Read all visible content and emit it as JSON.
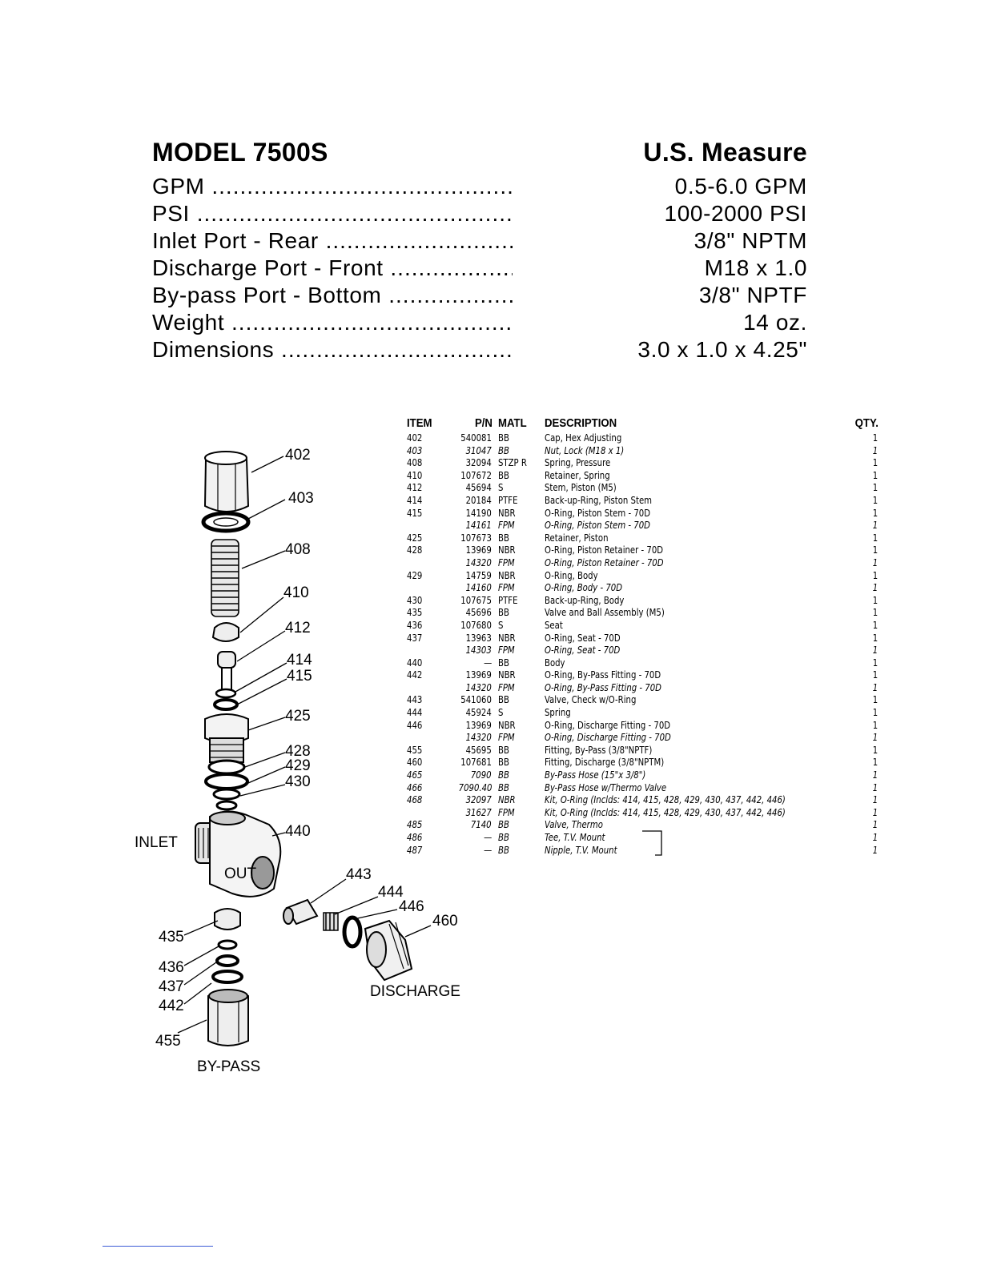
{
  "spec": {
    "model": "MODEL 7500S",
    "measure": "U.S. Measure",
    "rows": [
      {
        "label": "GPM",
        "value": "0.5-6.0 GPM"
      },
      {
        "label": "PSI",
        "value": "100-2000 PSI"
      },
      {
        "label": "Inlet Port - Rear",
        "value": "3/8\" NPTM"
      },
      {
        "label": "Discharge Port - Front",
        "value": "M18 x 1.0"
      },
      {
        "label": "By-pass Port - Bottom",
        "value": "3/8\" NPTF"
      },
      {
        "label": "Weight",
        "value": "14 oz."
      },
      {
        "label": "Dimensions",
        "value": "3.0 x 1.0 x 4.25\""
      }
    ]
  },
  "parts": {
    "headers": {
      "item": "ITEM",
      "pn": "P/N",
      "matl": "MATL",
      "desc": "DESCRIPTION",
      "qty": "QTY."
    },
    "rows": [
      {
        "item": "402",
        "pn": "540081",
        "matl": "BB",
        "desc": "Cap, Hex Adjusting",
        "qty": "1",
        "alt": false
      },
      {
        "item": "403",
        "pn": "31047",
        "matl": "BB",
        "desc": "Nut, Lock (M18 x 1)",
        "qty": "1",
        "alt": true
      },
      {
        "item": "408",
        "pn": "32094",
        "matl": "STZP R",
        "desc": "Spring, Pressure",
        "qty": "1",
        "alt": false
      },
      {
        "item": "410",
        "pn": "107672",
        "matl": "BB",
        "desc": "Retainer, Spring",
        "qty": "1",
        "alt": false
      },
      {
        "item": "412",
        "pn": "45694",
        "matl": "S",
        "desc": "Stem, Piston (M5)",
        "qty": "1",
        "alt": false
      },
      {
        "item": "414",
        "pn": "20184",
        "matl": "PTFE",
        "desc": "Back-up-Ring, Piston Stem",
        "qty": "1",
        "alt": false
      },
      {
        "item": "415",
        "pn": "14190",
        "matl": "NBR",
        "desc": "O-Ring, Piston Stem - 70D",
        "qty": "1",
        "alt": false
      },
      {
        "item": "",
        "pn": "14161",
        "matl": "FPM",
        "desc": "O-Ring, Piston Stem - 70D",
        "qty": "1",
        "alt": true
      },
      {
        "item": "425",
        "pn": "107673",
        "matl": "BB",
        "desc": "Retainer, Piston",
        "qty": "1",
        "alt": false
      },
      {
        "item": "428",
        "pn": "13969",
        "matl": "NBR",
        "desc": "O-Ring, Piston Retainer - 70D",
        "qty": "1",
        "alt": false
      },
      {
        "item": "",
        "pn": "14320",
        "matl": "FPM",
        "desc": "O-Ring, Piston Retainer - 70D",
        "qty": "1",
        "alt": true
      },
      {
        "item": "429",
        "pn": "14759",
        "matl": "NBR",
        "desc": "O-Ring, Body",
        "qty": "1",
        "alt": false
      },
      {
        "item": "",
        "pn": "14160",
        "matl": "FPM",
        "desc": "O-Ring, Body - 70D",
        "qty": "1",
        "alt": true
      },
      {
        "item": "430",
        "pn": "107675",
        "matl": "PTFE",
        "desc": "Back-up-Ring, Body",
        "qty": "1",
        "alt": false
      },
      {
        "item": "435",
        "pn": "45696",
        "matl": "BB",
        "desc": "Valve and Ball Assembly (M5)",
        "qty": "1",
        "alt": false
      },
      {
        "item": "436",
        "pn": "107680",
        "matl": "S",
        "desc": "Seat",
        "qty": "1",
        "alt": false
      },
      {
        "item": "437",
        "pn": "13963",
        "matl": "NBR",
        "desc": "O-Ring, Seat - 70D",
        "qty": "1",
        "alt": false
      },
      {
        "item": "",
        "pn": "14303",
        "matl": "FPM",
        "desc": "O-Ring, Seat - 70D",
        "qty": "1",
        "alt": true
      },
      {
        "item": "440",
        "pn": "—",
        "matl": "BB",
        "desc": "Body",
        "qty": "1",
        "alt": false
      },
      {
        "item": "442",
        "pn": "13969",
        "matl": "NBR",
        "desc": "O-Ring, By-Pass Fitting - 70D",
        "qty": "1",
        "alt": false
      },
      {
        "item": "",
        "pn": "14320",
        "matl": "FPM",
        "desc": "O-Ring, By-Pass Fitting - 70D",
        "qty": "1",
        "alt": true
      },
      {
        "item": "443",
        "pn": "541060",
        "matl": "BB",
        "desc": "Valve, Check w/O-Ring",
        "qty": "1",
        "alt": false
      },
      {
        "item": "444",
        "pn": "45924",
        "matl": "S",
        "desc": "Spring",
        "qty": "1",
        "alt": false
      },
      {
        "item": "446",
        "pn": "13969",
        "matl": "NBR",
        "desc": "O-Ring, Discharge Fitting - 70D",
        "qty": "1",
        "alt": false
      },
      {
        "item": "",
        "pn": "14320",
        "matl": "FPM",
        "desc": "O-Ring, Discharge Fitting - 70D",
        "qty": "1",
        "alt": true
      },
      {
        "item": "455",
        "pn": "45695",
        "matl": "BB",
        "desc": "Fitting, By-Pass (3/8\"NPTF)",
        "qty": "1",
        "alt": false
      },
      {
        "item": "460",
        "pn": "107681",
        "matl": "BB",
        "desc": "Fitting, Discharge (3/8\"NPTM)",
        "qty": "1",
        "alt": false
      },
      {
        "item": "465",
        "pn": "7090",
        "matl": "BB",
        "desc": "By-Pass Hose (15\"x 3/8\")",
        "qty": "1",
        "alt": true
      },
      {
        "item": "466",
        "pn": "7090.40",
        "matl": "BB",
        "desc": "By-Pass Hose w/Thermo Valve",
        "qty": "1",
        "alt": true
      },
      {
        "item": "468",
        "pn": "32097",
        "matl": "NBR",
        "desc": "Kit, O-Ring (Inclds: 414, 415, 428, 429, 430, 437, 442, 446)",
        "qty": "1",
        "alt": true
      },
      {
        "item": "",
        "pn": "31627",
        "matl": "FPM",
        "desc": "Kit, O-Ring (Inclds: 414, 415, 428, 429, 430, 437, 442, 446)",
        "qty": "1",
        "alt": true
      },
      {
        "item": "485",
        "pn": "7140",
        "matl": "BB",
        "desc": "Valve, Thermo",
        "qty": "1",
        "alt": true
      },
      {
        "item": "486",
        "pn": "—",
        "matl": "BB",
        "desc": "Tee, T.V. Mount",
        "qty": "1",
        "alt": true
      },
      {
        "item": "487",
        "pn": "—",
        "matl": "BB",
        "desc": "Nipple, T.V. Mount",
        "qty": "1",
        "alt": true
      }
    ]
  },
  "diagram": {
    "callouts": [
      "402",
      "403",
      "408",
      "410",
      "412",
      "414",
      "415",
      "425",
      "428",
      "429",
      "430",
      "440",
      "443",
      "444",
      "446",
      "460",
      "435",
      "436",
      "437",
      "442",
      "455"
    ],
    "port_labels": {
      "inlet": "INLET",
      "discharge": "DISCHARGE",
      "bypass": "BY-PASS",
      "body_mark": "OUT"
    }
  }
}
